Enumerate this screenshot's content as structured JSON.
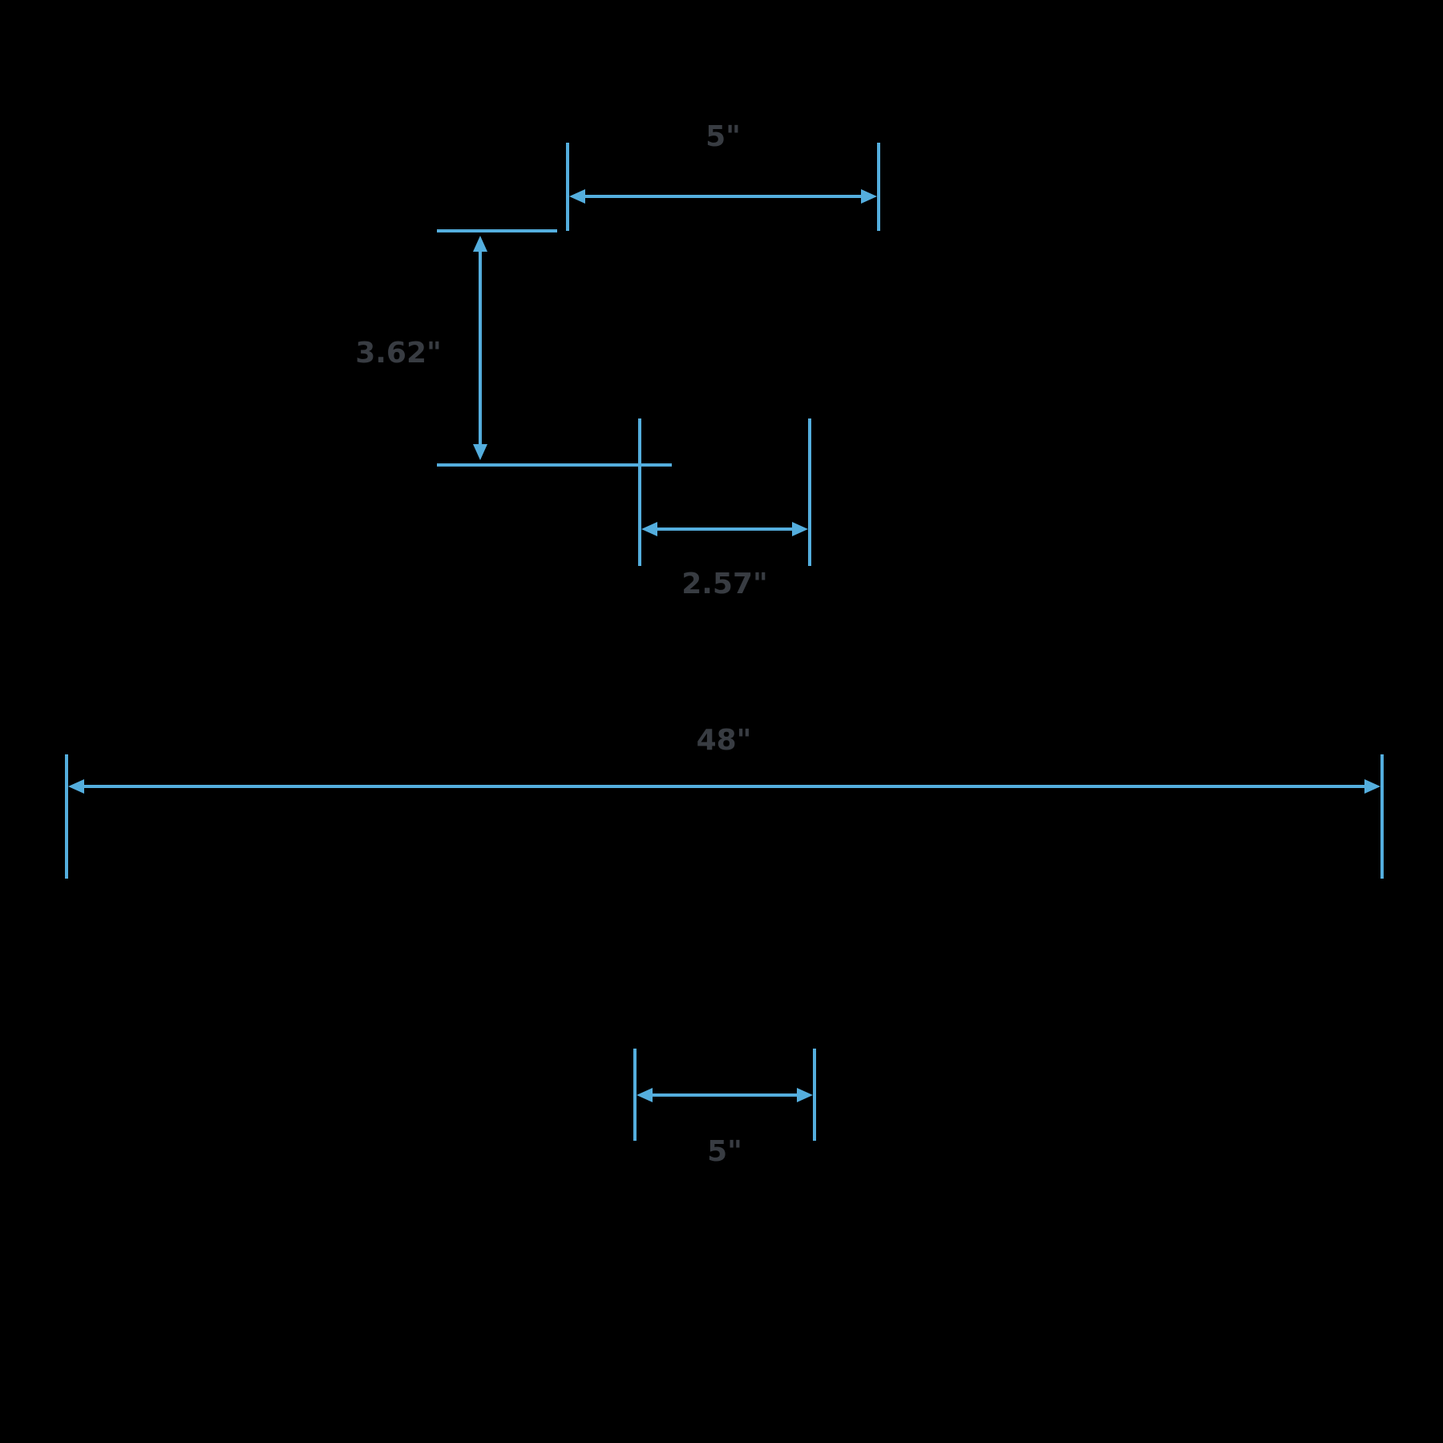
{
  "diagram": {
    "type": "dimension-drawing",
    "units": "inches"
  },
  "dimensions": {
    "top_width": {
      "label": "5\""
    },
    "vertical_height": {
      "label": "3.62\""
    },
    "inner_width": {
      "label": "2.57\""
    },
    "overall_width": {
      "label": "48\""
    },
    "bottom_width": {
      "label": "5\""
    }
  },
  "colors": {
    "dimension_line": "#54aede",
    "label_text": "#383c42",
    "background": "#000000"
  }
}
